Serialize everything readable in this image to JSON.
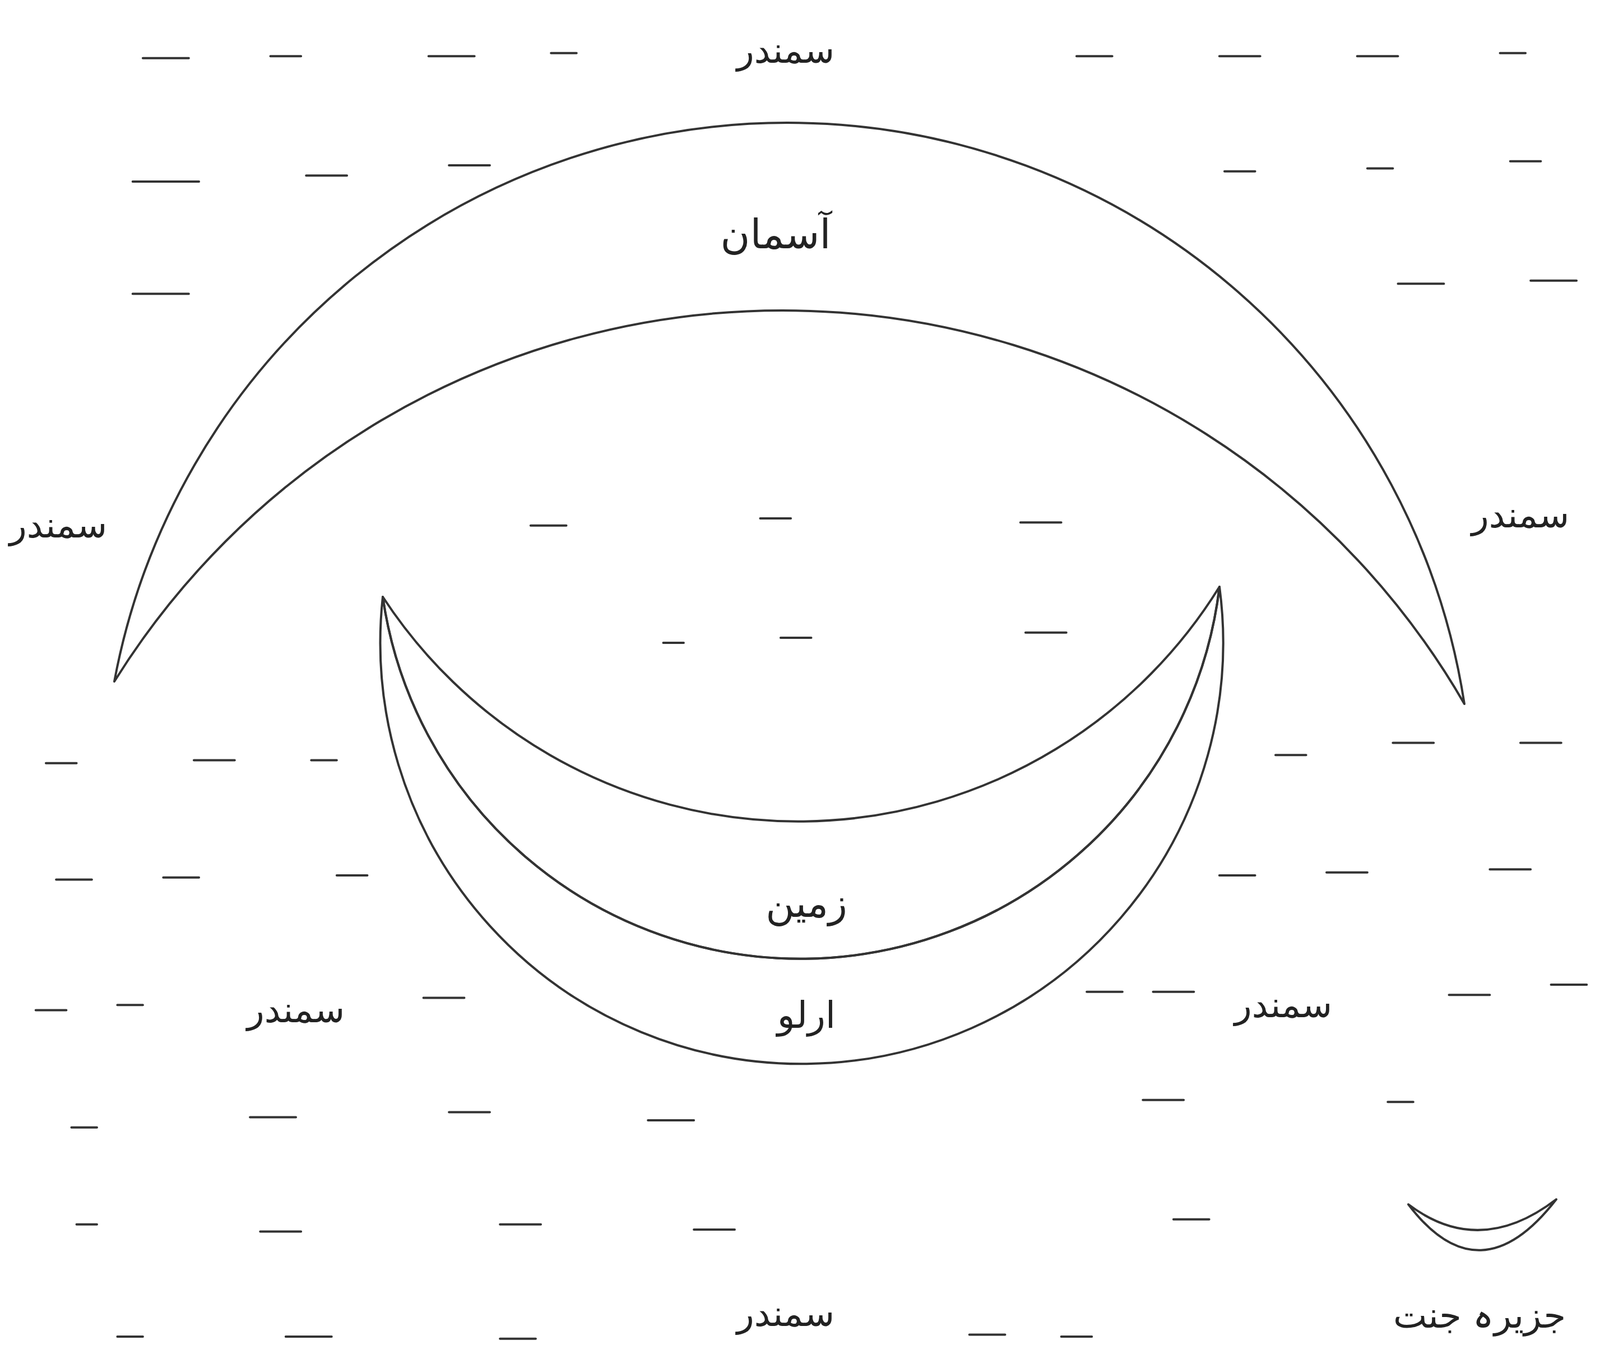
{
  "diagram": {
    "nodes": [
      {
        "text": [
          "آسمان"
        ]
      },
      {
        "text": [
          "زمین"
        ]
      },
      {
        "text": [
          "ارلو"
        ]
      },
      {
        "text": [
          "جزیرہ جنت"
        ]
      }
    ],
    "labels": [
      "سمندر",
      "سمندر",
      "سمندر",
      "سمندر",
      "سمندر",
      "سمندر"
    ]
  }
}
